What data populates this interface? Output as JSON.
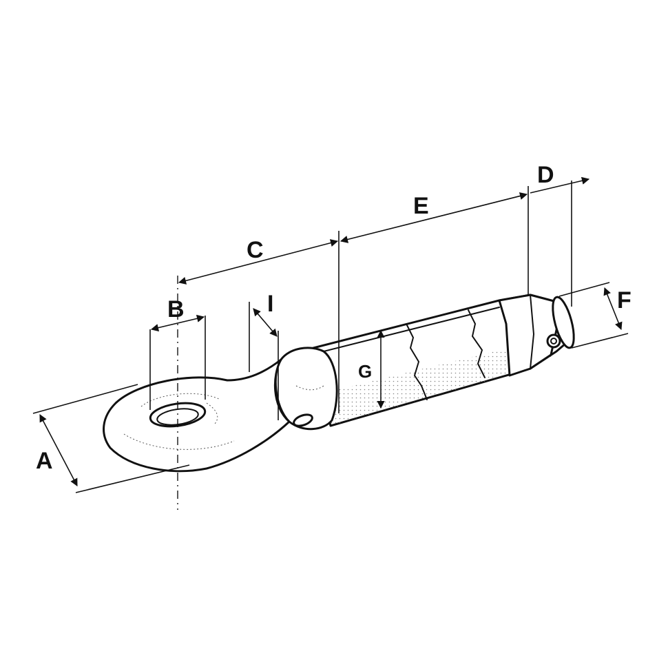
{
  "diagram": {
    "labels": {
      "A": "A",
      "B": "B",
      "C": "C",
      "D": "D",
      "E": "E",
      "F": "F",
      "G": "G",
      "I": "I"
    },
    "colors": {
      "line": "#111111",
      "background": "#ffffff",
      "shade": "#555555"
    }
  }
}
